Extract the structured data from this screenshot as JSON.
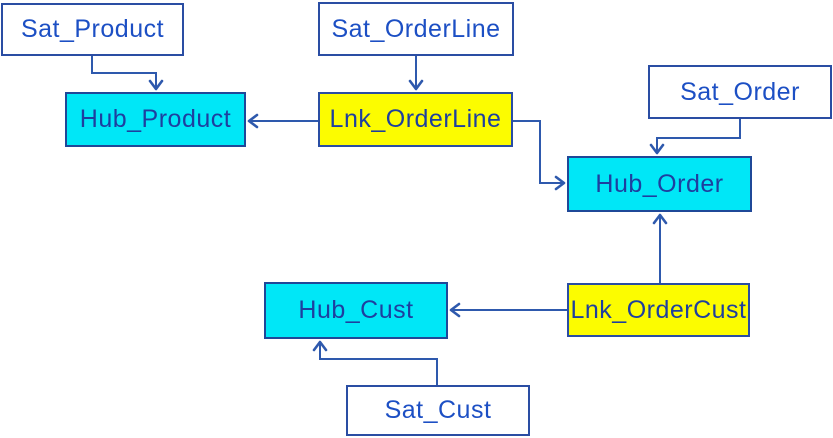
{
  "diagram": {
    "type": "data-vault-model",
    "background": "#ffffff",
    "colors": {
      "hub_fill": "#00e7f7",
      "link_fill": "#fcfc00",
      "satellite_fill": "#ffffff",
      "border_blue": "#2a4da3",
      "connector_blue": "#2e59ad",
      "satellite_text": "#1c4fc4",
      "hub_link_text": "#1e3f9f"
    },
    "nodes": {
      "sat_product": {
        "label": "Sat_Product",
        "type": "satellite"
      },
      "sat_orderline": {
        "label": "Sat_OrderLine",
        "type": "satellite"
      },
      "sat_order": {
        "label": "Sat_Order",
        "type": "satellite"
      },
      "hub_product": {
        "label": "Hub_Product",
        "type": "hub"
      },
      "lnk_orderline": {
        "label": "Lnk_OrderLine",
        "type": "link"
      },
      "hub_order": {
        "label": "Hub_Order",
        "type": "hub"
      },
      "hub_cust": {
        "label": "Hub_Cust",
        "type": "hub"
      },
      "lnk_ordercust": {
        "label": "Lnk_OrderCust",
        "type": "link"
      },
      "sat_cust": {
        "label": "Sat_Cust",
        "type": "satellite"
      }
    },
    "edges": [
      {
        "from": "Sat_Product",
        "to": "Hub_Product"
      },
      {
        "from": "Sat_OrderLine",
        "to": "Lnk_OrderLine"
      },
      {
        "from": "Lnk_OrderLine",
        "to": "Hub_Product"
      },
      {
        "from": "Lnk_OrderLine",
        "to": "Hub_Order"
      },
      {
        "from": "Sat_Order",
        "to": "Hub_Order"
      },
      {
        "from": "Lnk_OrderCust",
        "to": "Hub_Order"
      },
      {
        "from": "Lnk_OrderCust",
        "to": "Hub_Cust"
      },
      {
        "from": "Sat_Cust",
        "to": "Hub_Cust"
      }
    ]
  }
}
